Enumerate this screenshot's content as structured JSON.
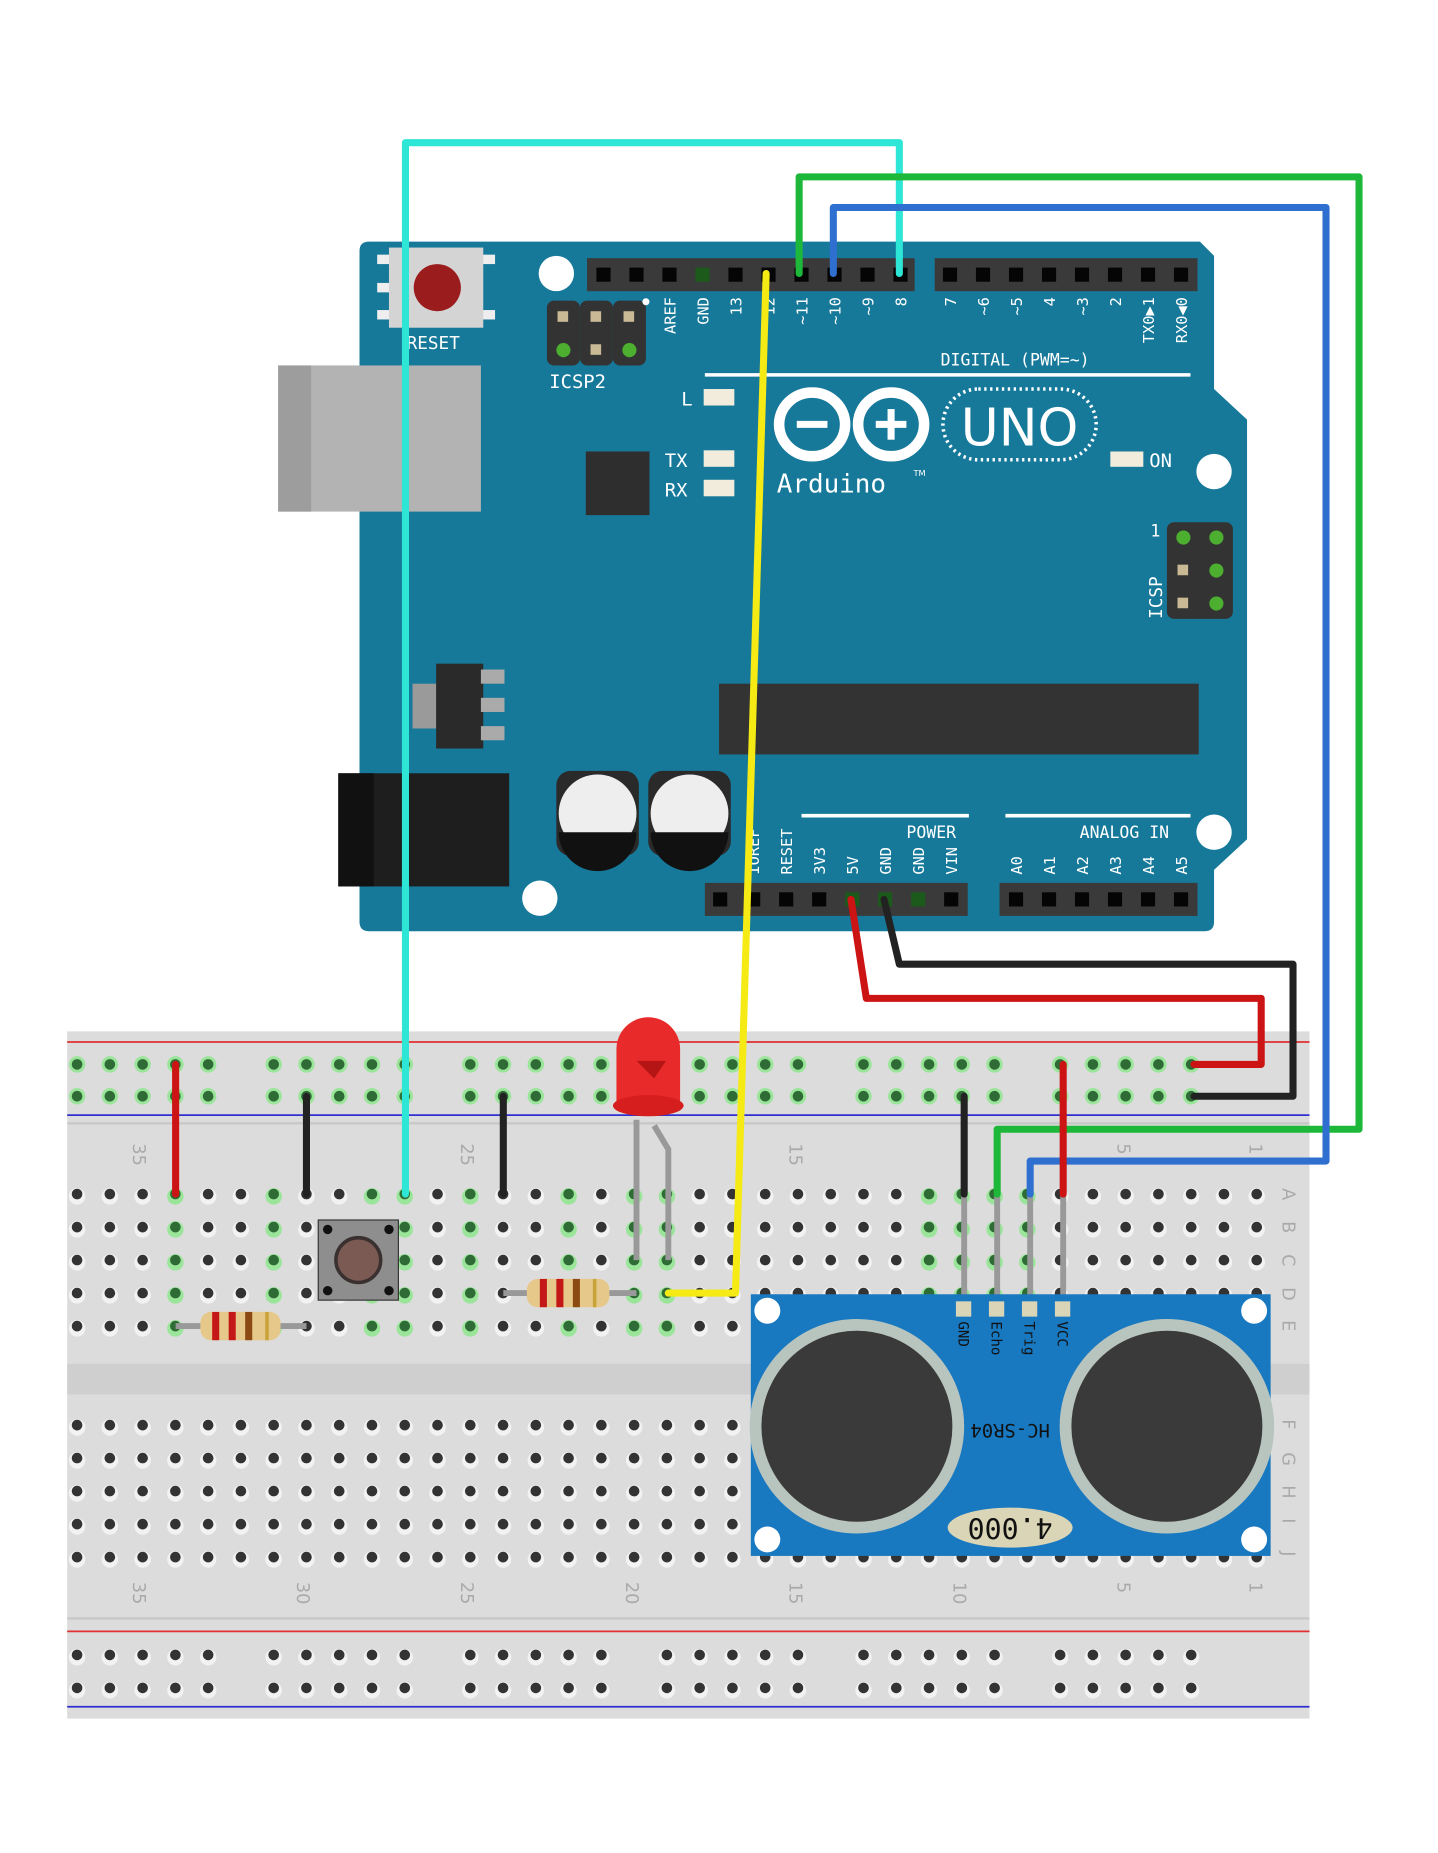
{
  "arduino": {
    "reset_label": "RESET",
    "icsp2_label": "ICSP2",
    "icsp_label": "ICSP",
    "icsp_pin1": "1",
    "led_l": "L",
    "led_tx": "TX",
    "led_rx": "RX",
    "led_on": "ON",
    "logo_text": "Arduino",
    "tm": "TM",
    "uno": "UNO",
    "digital_label": "DIGITAL (PWM=~)",
    "power_label": "POWER",
    "analog_label": "ANALOG IN",
    "digital_pins_a": [
      "",
      "",
      "AREF",
      "GND",
      "13",
      "12",
      "~11",
      "~10",
      "~9",
      "8"
    ],
    "digital_pins_b": [
      "7",
      "~6",
      "~5",
      "4",
      "~3",
      "2",
      "TX0▶1",
      "RX0◀0"
    ],
    "power_pins": [
      "",
      "IOREF",
      "RESET",
      "3V3",
      "5V",
      "GND",
      "GND",
      "VIN"
    ],
    "analog_pins": [
      "A0",
      "A1",
      "A2",
      "A3",
      "A4",
      "A5"
    ]
  },
  "breadboard": {
    "column_numbers": [
      "35",
      "30",
      "25",
      "20",
      "15",
      "10",
      "5",
      "1"
    ],
    "rows_top": [
      "A",
      "B",
      "C",
      "D",
      "E"
    ],
    "rows_bottom": [
      "F",
      "G",
      "H",
      "I",
      "J"
    ]
  },
  "sensor": {
    "model": "HC-SR04",
    "crystal": "4.000",
    "pins": [
      "GND",
      "Echo",
      "Trig",
      "VCC"
    ]
  },
  "colors": {
    "board": "#17799A",
    "wire_cyan": "#2EE6D6",
    "wire_green": "#1DB83A",
    "wire_blue": "#2F6FD0",
    "wire_yellow": "#F5EA14",
    "wire_red": "#CC1414",
    "wire_black": "#222222",
    "sensor_board": "#1878C0"
  }
}
